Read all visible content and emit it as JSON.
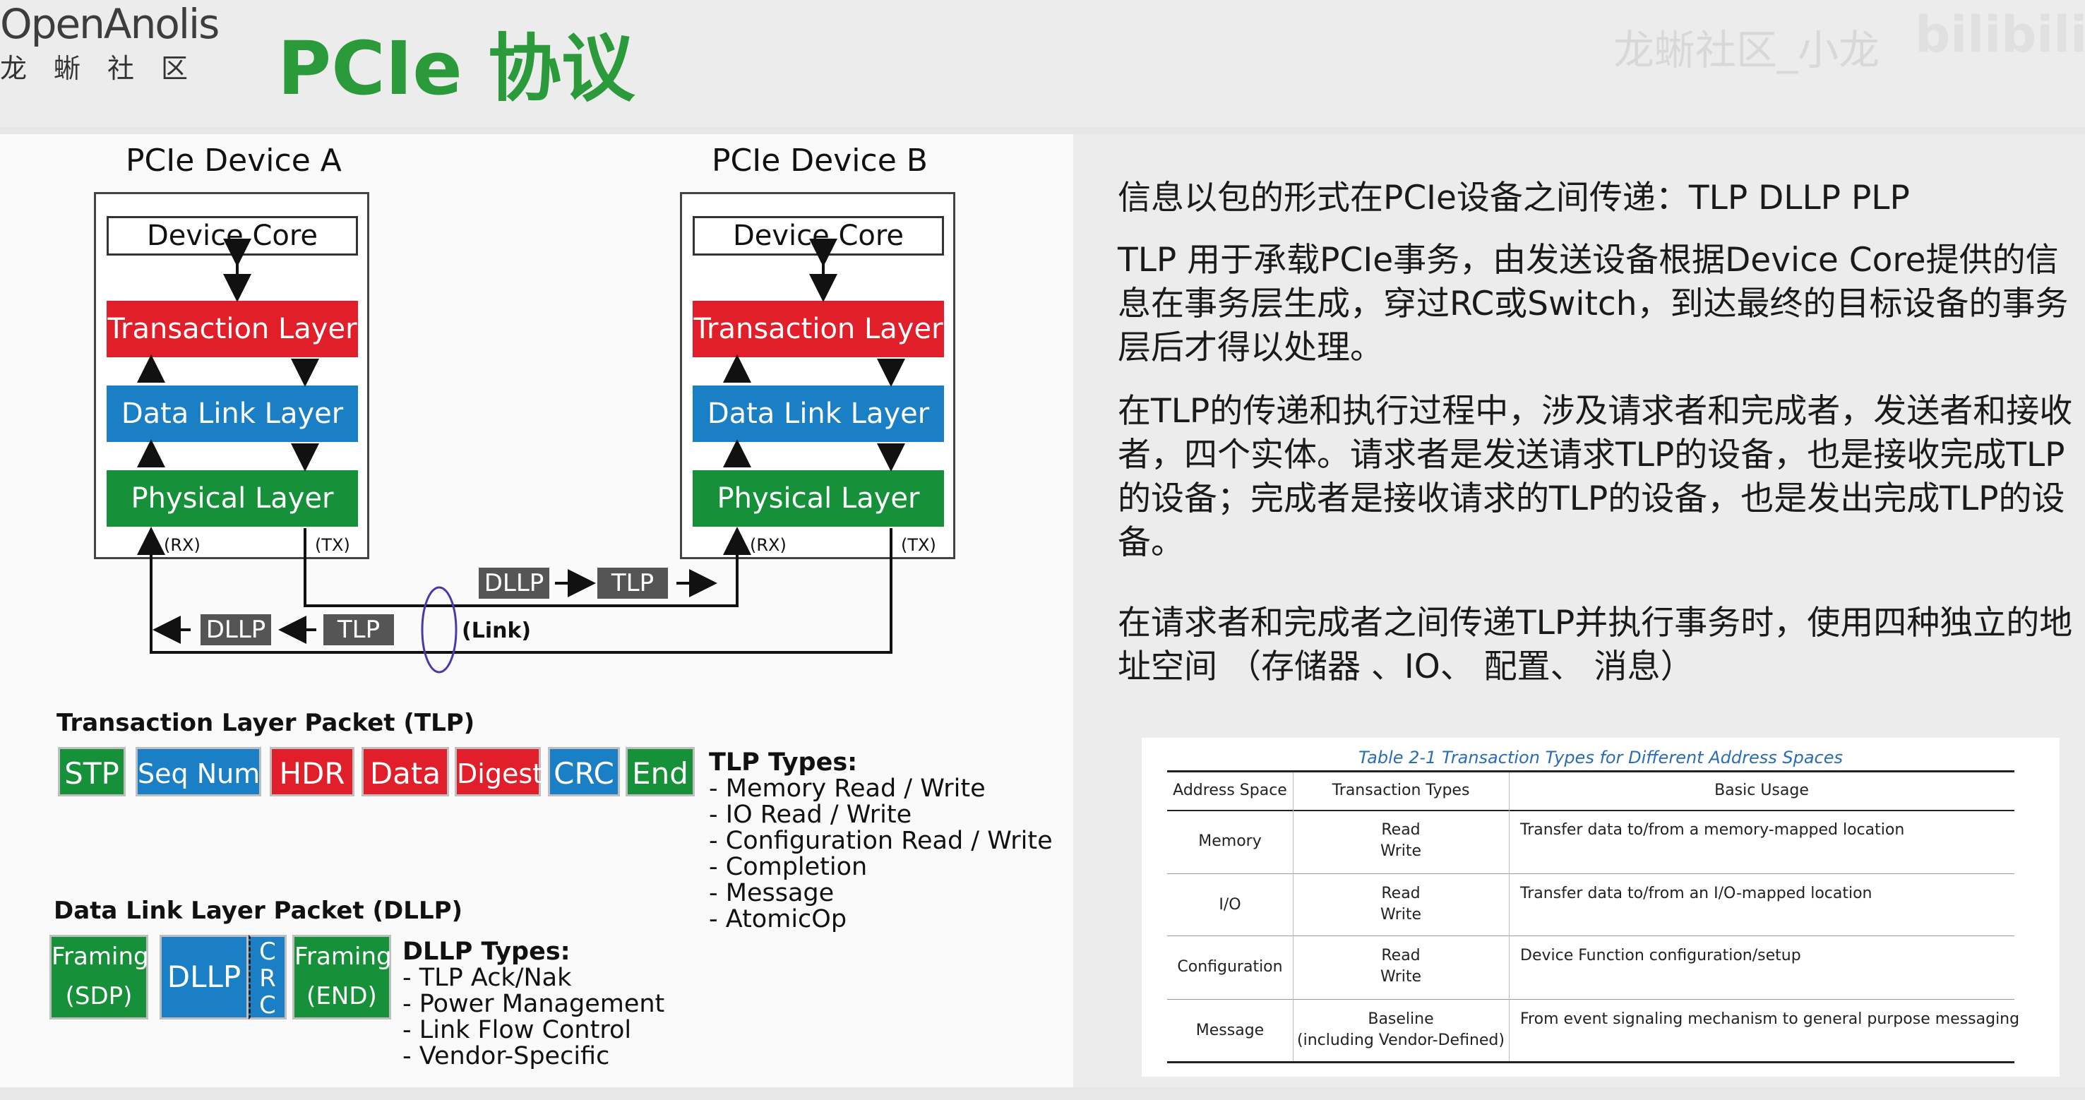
{
  "header": {
    "logo_main": "OpenAnolis",
    "logo_sub": "龙蜥社区",
    "title": "PCIe 协议",
    "watermark": "龙蜥社区_小龙",
    "site_logo": "bilibili"
  },
  "diagram": {
    "device_a": {
      "title": "PCIe Device A",
      "core": "Device Core",
      "transaction": "Transaction Layer",
      "data_link": "Data Link Layer",
      "physical": "Physical Layer",
      "rx": "(RX)",
      "tx": "(TX)"
    },
    "device_b": {
      "title": "PCIe Device B",
      "core": "Device Core",
      "transaction": "Transaction Layer",
      "data_link": "Data Link Layer",
      "physical": "Physical Layer",
      "rx": "(RX)",
      "tx": "(TX)"
    },
    "top_packets": [
      "DLLP",
      "TLP"
    ],
    "bottom_packets": [
      "DLLP",
      "TLP"
    ],
    "link_label": "(Link)"
  },
  "tlp": {
    "title": "Transaction Layer Packet (TLP)",
    "fields": [
      "STP",
      "Seq Num",
      "HDR",
      "Data",
      "Digest",
      "CRC",
      "End"
    ],
    "types_title": "TLP Types:",
    "types": [
      "- Memory Read / Write",
      "- IO Read / Write",
      "- Configuration Read / Write",
      "- Completion",
      "- Message",
      "- AtomicOp"
    ]
  },
  "dllp": {
    "title": "Data Link Layer Packet (DLLP)",
    "framing_start": [
      "Framing",
      "(SDP)"
    ],
    "body": "DLLP",
    "crc": [
      "C",
      "R",
      "C"
    ],
    "framing_end": [
      "Framing",
      "(END)"
    ],
    "types_title": "DLLP Types:",
    "types": [
      "- TLP Ack/Nak",
      "- Power Management",
      "- Link Flow Control",
      "- Vendor-Specific"
    ]
  },
  "text": {
    "p1": "信息以包的形式在PCIe设备之间传递：TLP DLLP PLP",
    "p2": "TLP 用于承载PCIe事务，由发送设备根据Device Core提供的信息在事务层生成，穿过RC或Switch，到达最终的目标设备的事务层后才得以处理。",
    "p3": "在TLP的传递和执行过程中，涉及请求者和完成者，发送者和接收者，四个实体。请求者是发送请求TLP的设备，也是接收完成TLP的设备；完成者是接收请求的TLP的设备，也是发出完成TLP的设备。",
    "p4": "在请求者和完成者之间传递TLP并执行事务时，使用四种独立的地址空间 （存储器 、IO、 配置、 消息）"
  },
  "table": {
    "caption": "Table 2-1 Transaction Types for Different Address Spaces",
    "headers": [
      "Address Space",
      "Transaction Types",
      "Basic Usage"
    ],
    "rows": [
      {
        "space": "Memory",
        "types": [
          "Read",
          "Write"
        ],
        "usage": "Transfer data to/from a memory-mapped location"
      },
      {
        "space": "I/O",
        "types": [
          "Read",
          "Write"
        ],
        "usage": "Transfer data to/from an I/O-mapped location"
      },
      {
        "space": "Configuration",
        "types": [
          "Read",
          "Write"
        ],
        "usage": "Device Function configuration/setup"
      },
      {
        "space": "Message",
        "types": [
          "Baseline",
          "(including Vendor-Defined)"
        ],
        "usage": "From event signaling mechanism to general purpose messaging"
      }
    ]
  },
  "colors": {
    "title_green": "#2a9a3a",
    "layer_red": "#e01f2a",
    "layer_blue": "#1a7fc4",
    "layer_green": "#16913a",
    "packet_gray": "#555555",
    "caption_blue": "#2a6db5"
  }
}
